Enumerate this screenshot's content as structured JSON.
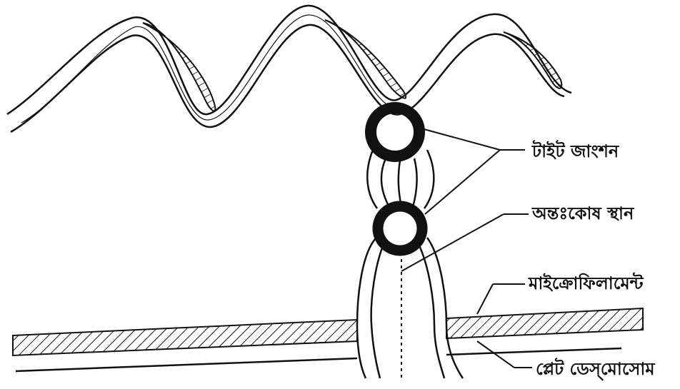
{
  "labels": {
    "tight_junction": "টাইট জাংশন",
    "intercellular_space": "অন্তঃকোষ স্থান",
    "microfilament": "মাইক্রোফিলামেন্ট",
    "plate_desmosome": "প্লেট ডেস্‌মোসোম"
  },
  "colors": {
    "ink": "#111111",
    "background": "#ffffff"
  }
}
